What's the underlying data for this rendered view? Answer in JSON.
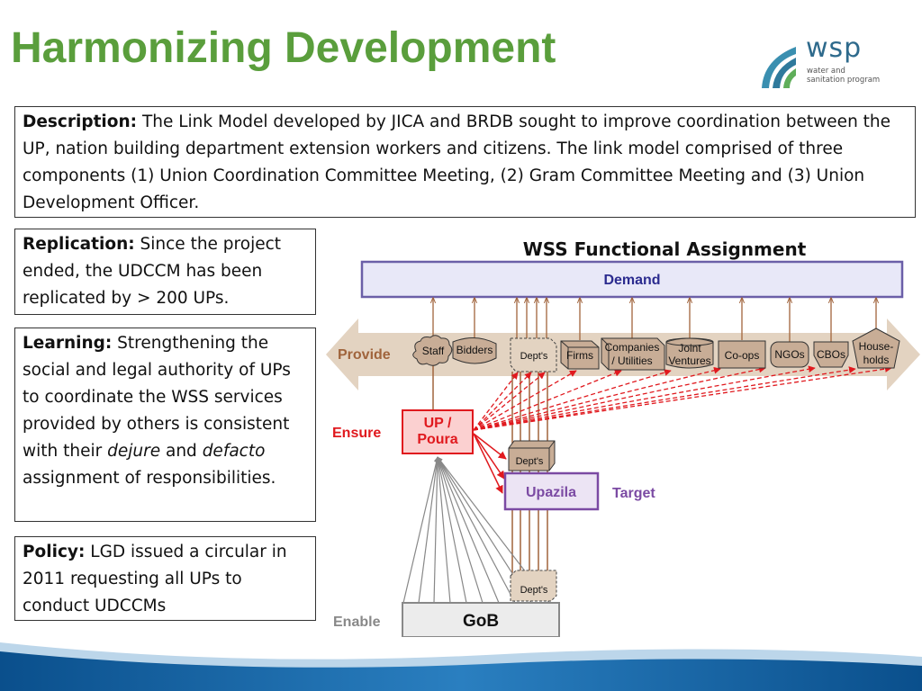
{
  "title": "Harmonizing Development",
  "logo": {
    "word": "wsp",
    "line1": "water and",
    "line2": "sanitation program"
  },
  "description": {
    "label": "Description:",
    "text": " The Link Model developed by JICA and BRDB sought to improve coordination between the UP, nation building department extension workers and citizens. The link model comprised of three components (1) Union Coordination Committee Meeting, (2) Gram Committee Meeting and (3) Union Development Officer."
  },
  "replication": {
    "label": "Replication:",
    "text": " Since the project ended, the UDCCM has been replicated by > 200 UPs."
  },
  "learning": {
    "label": "Learning:",
    "text1": " Strengthening the social and legal authority of UPs to coordinate the WSS services provided by others is consistent with their ",
    "em1": "dejure",
    "text2": " and ",
    "em2": "defacto",
    "text3": " assignment of responsibilities."
  },
  "policy": {
    "label": "Policy:",
    "text": " LGD issued a circular in 2011 requesting all UPs to conduct UDCCMs"
  },
  "diagram": {
    "title": "WSS Functional Assignment",
    "demand": "Demand",
    "provide": "Provide",
    "ensure": "Ensure",
    "target": "Target",
    "enable": "Enable",
    "up_poura": [
      "UP /",
      "Poura"
    ],
    "upazila": "Upazila",
    "gob": "GoB",
    "dept_label": "Dept's",
    "providers": [
      {
        "key": "staff",
        "lines": [
          "Staff"
        ]
      },
      {
        "key": "bidders",
        "lines": [
          "Bidders"
        ]
      },
      {
        "key": "dept",
        "lines": [
          "Dept's"
        ]
      },
      {
        "key": "firms",
        "lines": [
          "Firms"
        ]
      },
      {
        "key": "companies",
        "lines": [
          "Companies",
          "/ Utilities"
        ]
      },
      {
        "key": "joint",
        "lines": [
          "Joint",
          "Ventures"
        ]
      },
      {
        "key": "coops",
        "lines": [
          "Co-ops"
        ]
      },
      {
        "key": "ngos",
        "lines": [
          "NGOs"
        ]
      },
      {
        "key": "cbos",
        "lines": [
          "CBOs"
        ]
      },
      {
        "key": "households",
        "lines": [
          "House-",
          "holds"
        ]
      }
    ],
    "colors": {
      "title_green": "#5a9e3c",
      "demand_fill": "#e8e8f8",
      "demand_border": "#6b5fa8",
      "demand_text": "#2b2b8f",
      "band": "#e3d3c1",
      "provider_fill": "#c8ad96",
      "provide_text": "#a0643c",
      "red": "#e0191e",
      "up_fill": "#fbd0d0",
      "upazila_fill": "#ece4f4",
      "purple": "#7b4aa3",
      "brown_line": "#a0643c",
      "gob_fill": "#ececec",
      "gray_line": "#888888"
    }
  }
}
